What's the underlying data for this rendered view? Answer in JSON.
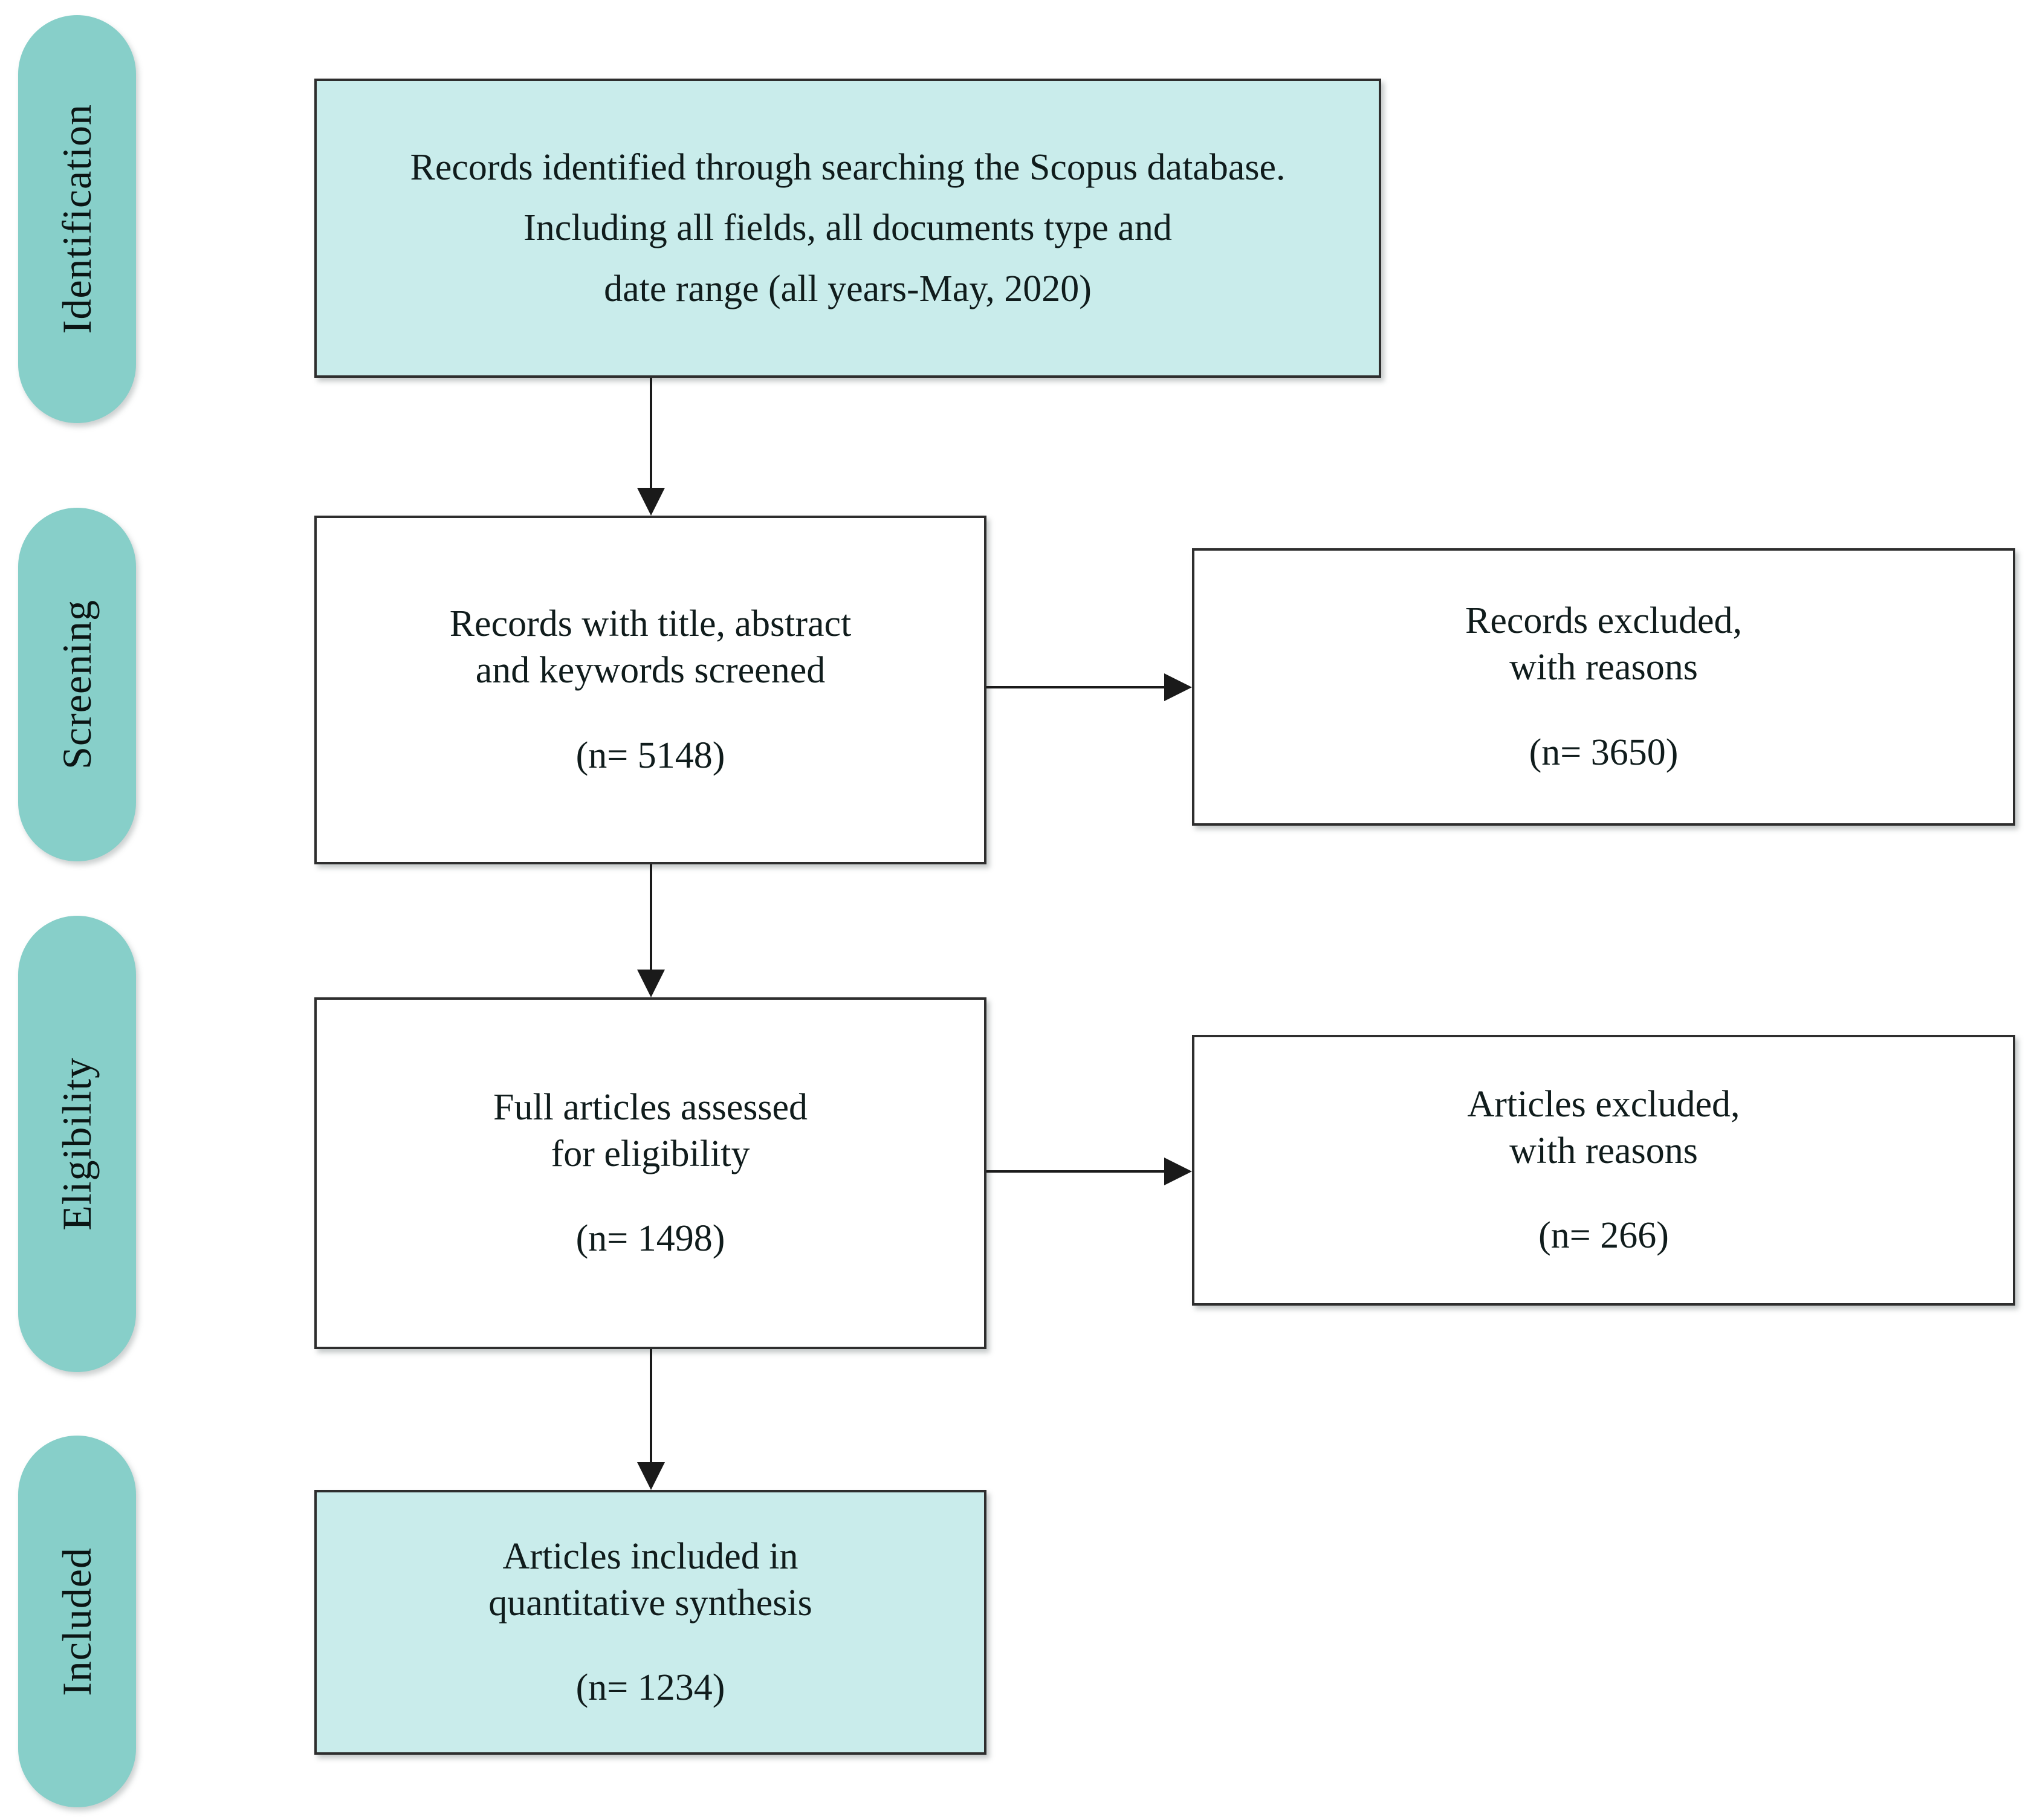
{
  "figure": {
    "stages": [
      {
        "label": "Identification"
      },
      {
        "label": "Screening"
      },
      {
        "label": "Eligibility"
      },
      {
        "label": "Included"
      }
    ],
    "nodes": {
      "identified": {
        "lines": [
          "Records identified through searching the Scopus database.",
          "Including all fields, all documents type and",
          "date range (all years-May, 2020)"
        ]
      },
      "screened": {
        "lines": [
          "Records with title, abstract",
          "and keywords screened"
        ],
        "count": "(n= 5148)"
      },
      "records_excluded": {
        "lines": [
          "Records excluded,",
          "with reasons"
        ],
        "count": "(n= 3650)"
      },
      "eligibility": {
        "lines": [
          "Full articles assessed",
          "for eligibility"
        ],
        "count": "(n= 1498)"
      },
      "articles_excluded": {
        "lines": [
          "Articles excluded,",
          "with reasons"
        ],
        "count": "(n= 266)"
      },
      "included": {
        "lines": [
          "Articles included in",
          "quantitative synthesis"
        ],
        "count": "(n= 1234)"
      }
    },
    "colors": {
      "pill_fill": "#87cfc9",
      "highlight_fill": "#c9eceb",
      "node_fill": "#ffffff",
      "border": "#2e2e2e",
      "arrow": "#1a1a1a",
      "text": "#101c1c"
    }
  }
}
